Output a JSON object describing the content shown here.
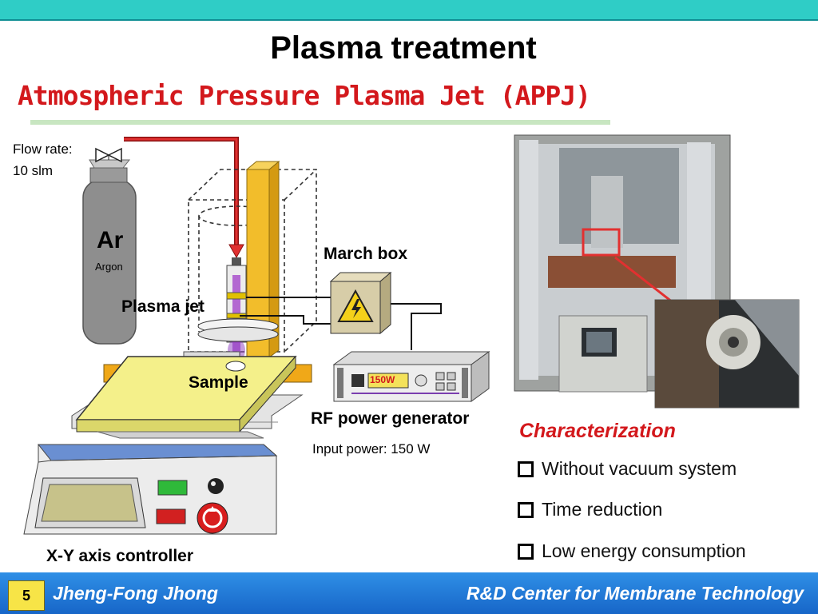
{
  "slide": {
    "title": "Plasma treatment",
    "subtitle": "Atmospheric Pressure Plasma Jet (APPJ)"
  },
  "diagram": {
    "flow_rate_line1": "Flow rate:",
    "flow_rate_line2": "10 slm",
    "gas_symbol": "Ar",
    "gas_name": "Argon",
    "march_box": "March box",
    "plasma_jet": "Plasma jet",
    "sample": "Sample",
    "rf_generator": "RF power generator",
    "input_power": "Input power: 150 W",
    "generator_display": "150W",
    "controller": "X-Y axis controller",
    "icons": [
      "valve-icon",
      "high-voltage-warning-icon",
      "emergency-stop-icon"
    ]
  },
  "characterization": {
    "heading": "Characterization",
    "items": [
      "Without vacuum system",
      "Time reduction",
      "Low energy consumption"
    ]
  },
  "footer": {
    "page_number": "5",
    "author": "Jheng-Fong Jhong",
    "organization": "R&D Center for Membrane Technology"
  },
  "colors": {
    "top_band": "#2fcdc6",
    "subtitle": "#d3181c",
    "footer": "#1f74d6",
    "accent_red": "#d3181c"
  }
}
